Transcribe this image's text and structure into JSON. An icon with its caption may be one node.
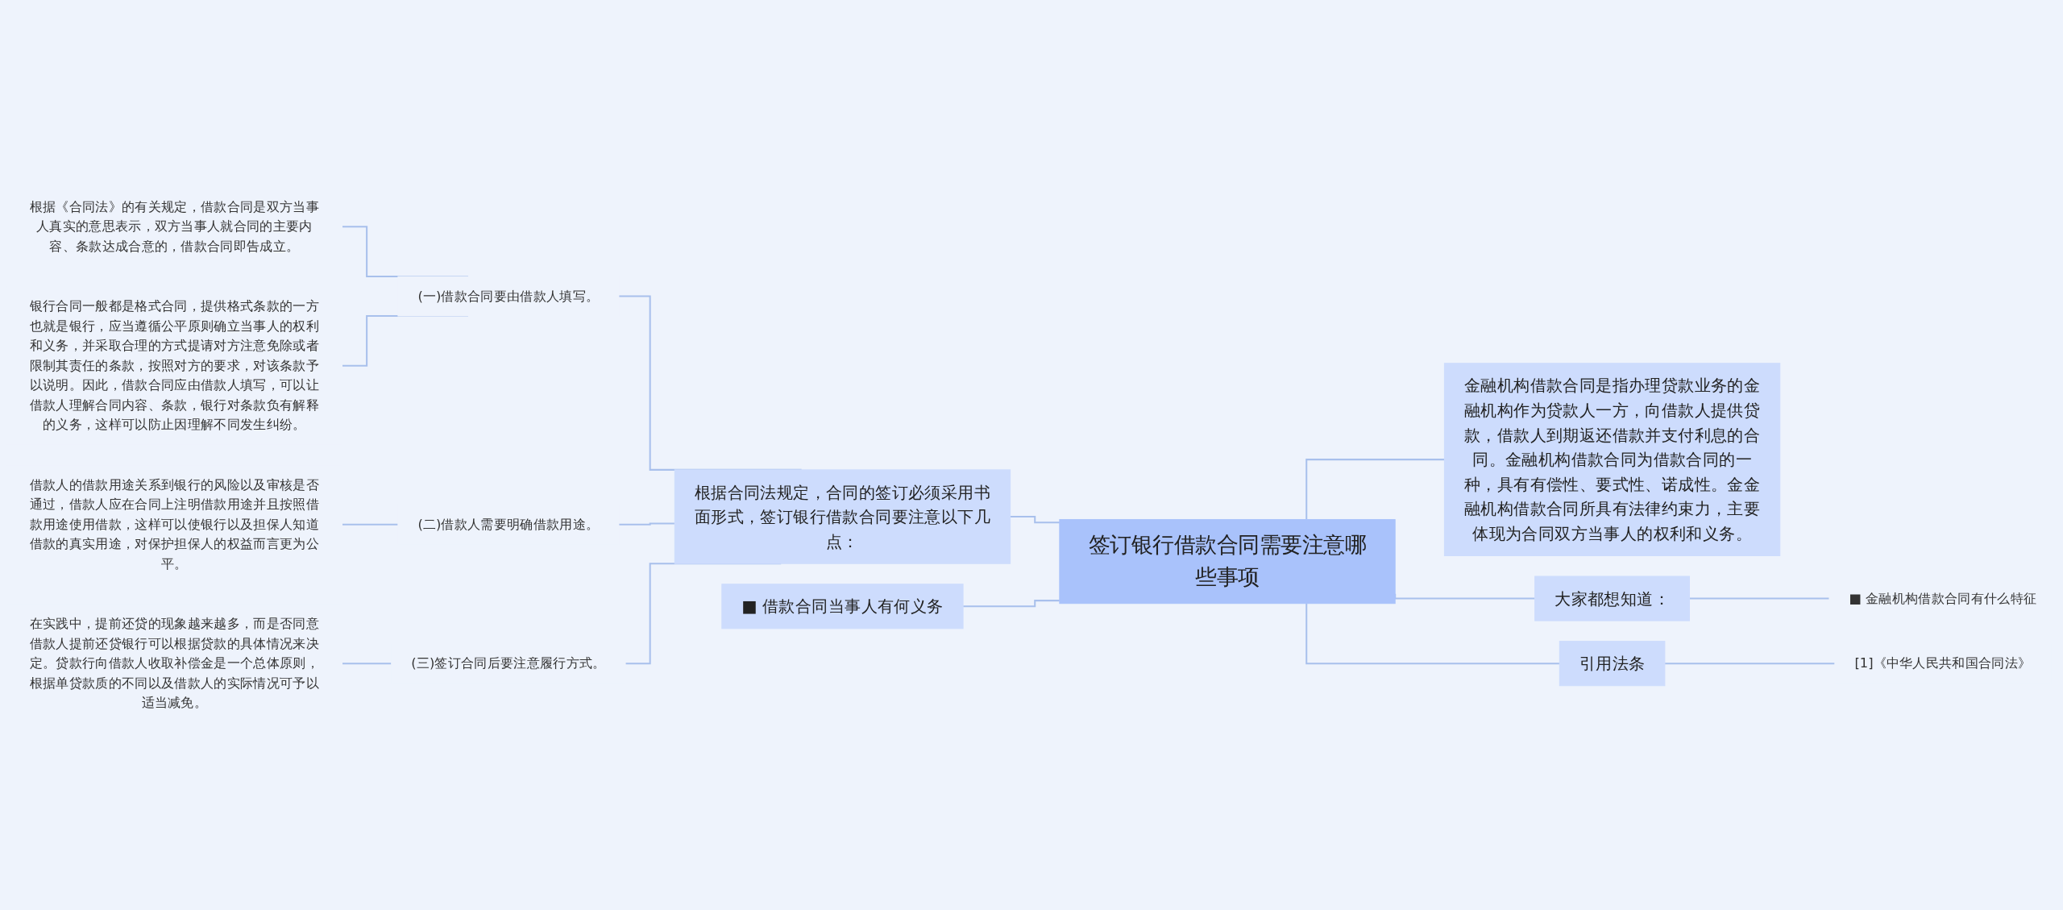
{
  "diagram": {
    "nodes": [
      {
        "text": [
          "签订银行借款合同需要注意哪些事项"
        ]
      },
      {
        "text": [
          "根据合同法规定，合同的签订必须采用书面形式，签订银行借款合同要注意以下几点："
        ]
      },
      {
        "text": [
          "(一)借款合同要由借款人填写。"
        ]
      },
      {
        "text": [
          "根据《合同法》的有关规定，借款合同是双方当事人真实的意思表示，双方当事人就合同的主要内容、条款达成合意的，借款合同即告成立。"
        ]
      },
      {
        "text": [
          "银行合同一般都是格式合同，提供格式条款的一方也就是银行，应当遵循公平原则确立当事人的权利和义务，并采取合理的方式提请对方注意免除或者限制其责任的条款，按照对方的要求，对该条款予以说明。因此，借款合同应由借款人填写，可以让借款人理解合同内容、条款，银行对条款负有解释的义务，这样可以防止因理解不同发生纠纷。"
        ]
      },
      {
        "text": [
          "(二)借款人需要明确借款用途。"
        ]
      },
      {
        "text": [
          "借款人的借款用途关系到银行的风险以及审核是否通过，借款人应在合同上注明借款用途并且按照借款用途使用借款，这样可以使银行以及担保人知道借款的真实用途，对保护担保人的权益而言更为公平。"
        ]
      },
      {
        "text": [
          "(三)签订合同后要注意履行方式。"
        ]
      },
      {
        "text": [
          "在实践中，提前还贷的现象越来越多，而是否同意借款人提前还贷银行可以根据贷款的具体情况来决定。贷款行向借款人收取补偿金是一个总体原则，根据单贷款质的不同以及借款人的实际情况可予以适当减免。"
        ]
      },
      {
        "text": [
          "■ 借款合同当事人有何义务"
        ]
      },
      {
        "text": [
          "金融机构借款合同是指办理贷款业务的金融机构作为贷款人一方，向借款人提供贷款，借款人到期返还借款并支付利息的合同。金融机构借款合同为借款合同的一种，具有有偿性、要式性、诺成性。金金融机构借款合同所具有法律约束力，主要体现为合同双方当事人的权利和义务。"
        ]
      },
      {
        "text": [
          "大家都想知道："
        ]
      },
      {
        "text": [
          "■ 金融机构借款合同有什么特征"
        ]
      },
      {
        "text": [
          "引用法条"
        ]
      },
      {
        "text": [
          "[1]《中华人民共和国合同法》"
        ]
      }
    ],
    "edges": [
      {
        "from": 1,
        "to": 0,
        "arrow": "none"
      },
      {
        "from": 2,
        "to": 1,
        "arrow": "none"
      },
      {
        "from": 3,
        "to": 2,
        "arrow": "none"
      },
      {
        "from": 4,
        "to": 2,
        "arrow": "none"
      },
      {
        "from": 5,
        "to": 1,
        "arrow": "none"
      },
      {
        "from": 6,
        "to": 5,
        "arrow": "none"
      },
      {
        "from": 7,
        "to": 1,
        "arrow": "none"
      },
      {
        "from": 8,
        "to": 7,
        "arrow": "none"
      },
      {
        "from": 9,
        "to": 0,
        "arrow": "none"
      },
      {
        "from": 0,
        "to": 10,
        "arrow": "none"
      },
      {
        "from": 0,
        "to": 11,
        "arrow": "none"
      },
      {
        "from": 11,
        "to": 12,
        "arrow": "none"
      },
      {
        "from": 0,
        "to": 13,
        "arrow": "none"
      },
      {
        "from": 13,
        "to": 14,
        "arrow": "none"
      }
    ]
  }
}
